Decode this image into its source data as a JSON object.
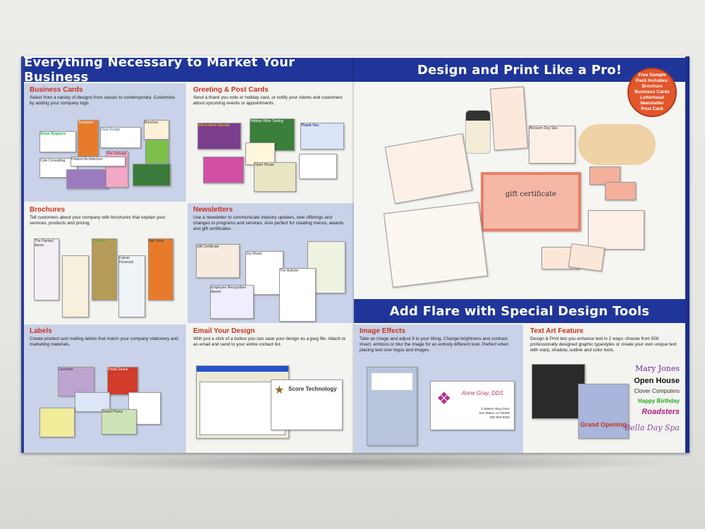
{
  "left_panel": {
    "banner": "Everything Necessary to Market Your Business",
    "sections": {
      "business_cards": {
        "title": "Business Cards",
        "desc": "Select from a variety of designs from classic to contemporary. Customize by adding your company logo."
      },
      "greeting_cards": {
        "title": "Greeting & Post Cards",
        "desc": "Send a thank you note or holiday card, or notify your clients and customers about upcoming events or appointments."
      },
      "brochures": {
        "title": "Brochures",
        "desc": "Tell customers about your company with brochures that explain your services, products and pricing."
      },
      "newsletters": {
        "title": "Newsletters",
        "desc": "Use a newsletter to communicate industry updates, new offerings and changes to programs and services. Also perfect for creating menus, awards and gift certificates."
      },
      "labels": {
        "title": "Labels",
        "desc": "Create product and mailing labels that match your company stationery and marketing materials."
      },
      "email": {
        "title": "Email Your Design",
        "desc": "With just a click of a button you can save your design as a jpeg file. Attach to an email and send to your entire contact list."
      }
    },
    "samples": {
      "bc": [
        "Snow Stoppers",
        "Tomatoes",
        "Oval Design",
        "Bunches",
        "Cole Consulting",
        "The Orchard",
        "Holland Architecture"
      ],
      "gc": [
        "We've Been Special",
        "Holiday Wine Tasting",
        "Thank You",
        "Open House"
      ],
      "br": [
        "The Painted Apron",
        "Curtains",
        "Bell Vista",
        "Falcon Financial"
      ],
      "nl": [
        "Gift Certificate",
        "Joy Mears",
        "The Bulletin",
        "Employee Recognition Award"
      ],
      "lb": [
        "Lavender",
        "Pasta Sauce",
        "Sweet Plums"
      ],
      "em": [
        "Score Technology"
      ]
    }
  },
  "right_panel": {
    "banner_top": "Design and Print Like a Pro!",
    "badge": [
      "Free Sample",
      "Pack Includes:",
      "Brochure",
      "Business Cards",
      "Letterhead",
      "Newsletter",
      "Post Card"
    ],
    "samples": {
      "gift": "gift certificate",
      "spa": "Blossom Day Spa"
    },
    "banner_bottom": "Add Flare with Special Design Tools",
    "image_effects": {
      "title": "Image Effects",
      "desc": "Take an image and adjust it to your liking. Change brightness and contrast. Invert, emboss or blur the image for an entirely different look. Perfect when placing text over logos and images.",
      "card_name": "Anne Gray, DDS",
      "card_address": "2 Waters Way Drive",
      "card_city": "San Mateo CA 94306",
      "card_phone": "380-983-8925"
    },
    "text_art": {
      "title": "Text Art Feature",
      "desc": "Design & Print lets you enhance text in 2 ways: choose from 500 professionally designed graphic typestyles or create your own unique text with warp, shadow, outline and color tools.",
      "samples": [
        "Mary Jones",
        "Open House",
        "Clover Computers",
        "Happy Birthday",
        "Roadsters",
        "Bella Day Spa"
      ],
      "grand": "Grand Opening"
    }
  },
  "colors": {
    "banner": "#1f3599",
    "heading": "#c8321f",
    "cell_blue": "#c9d2e8",
    "badge": "#e2562d"
  }
}
